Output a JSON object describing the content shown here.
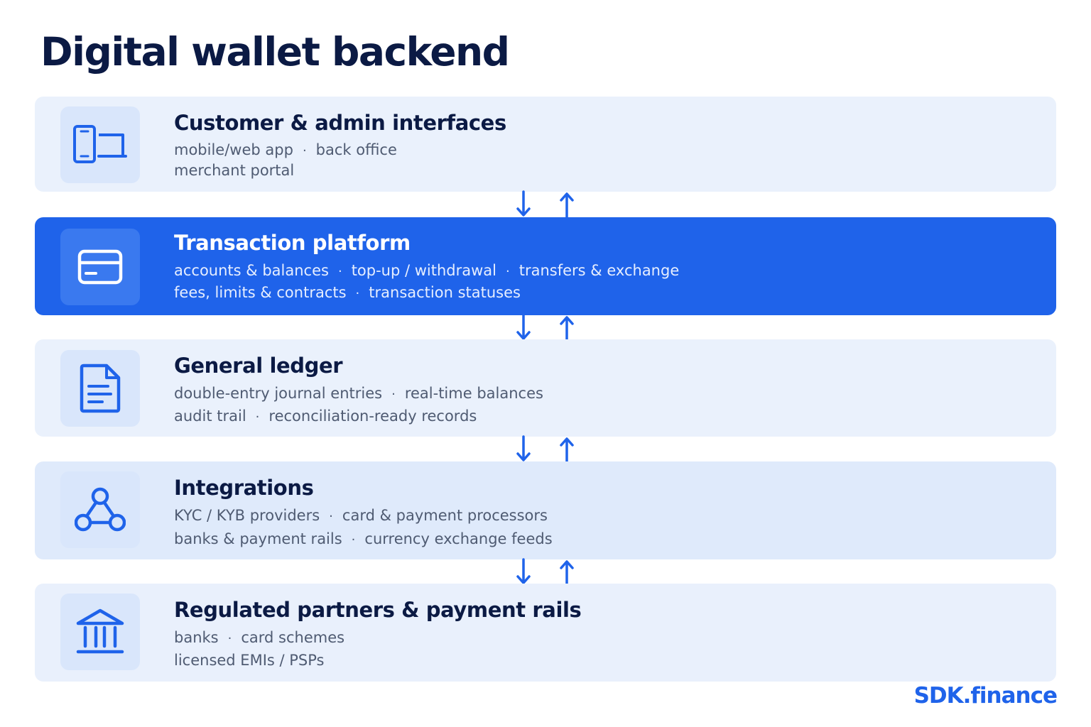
{
  "title": "Digital wallet backend",
  "brand": "SDK.finance",
  "colors": {
    "accent": "#1f63ea",
    "title": "#0b1a44",
    "muted": "#4f5b72",
    "panel": "#eaf1fc"
  },
  "separator": "·",
  "layers": [
    {
      "name": "Customer & admin interfaces",
      "icon": "devices-icon",
      "lines": [
        [
          "mobile/web app",
          "back office"
        ],
        [
          "merchant portal"
        ]
      ]
    },
    {
      "name": "Transaction platform",
      "icon": "card-icon",
      "highlighted": true,
      "lines": [
        [
          "accounts & balances",
          "top-up / withdrawal",
          "transfers & exchange"
        ],
        [
          "fees, limits & contracts",
          "transaction statuses"
        ]
      ]
    },
    {
      "name": "General ledger",
      "icon": "document-icon",
      "lines": [
        [
          "double-entry journal entries",
          "real-time balances"
        ],
        [
          "audit trail",
          "reconciliation-ready records"
        ]
      ]
    },
    {
      "name": "Integrations",
      "icon": "network-icon",
      "lines": [
        [
          "KYC / KYB providers",
          "card & payment processors"
        ],
        [
          "banks & payment rails",
          "currency exchange feeds"
        ]
      ]
    },
    {
      "name": "Regulated partners & payment rails",
      "icon": "bank-icon",
      "lines": [
        [
          "banks",
          "card schemes"
        ],
        [
          "licensed EMIs / PSPs"
        ]
      ]
    }
  ]
}
